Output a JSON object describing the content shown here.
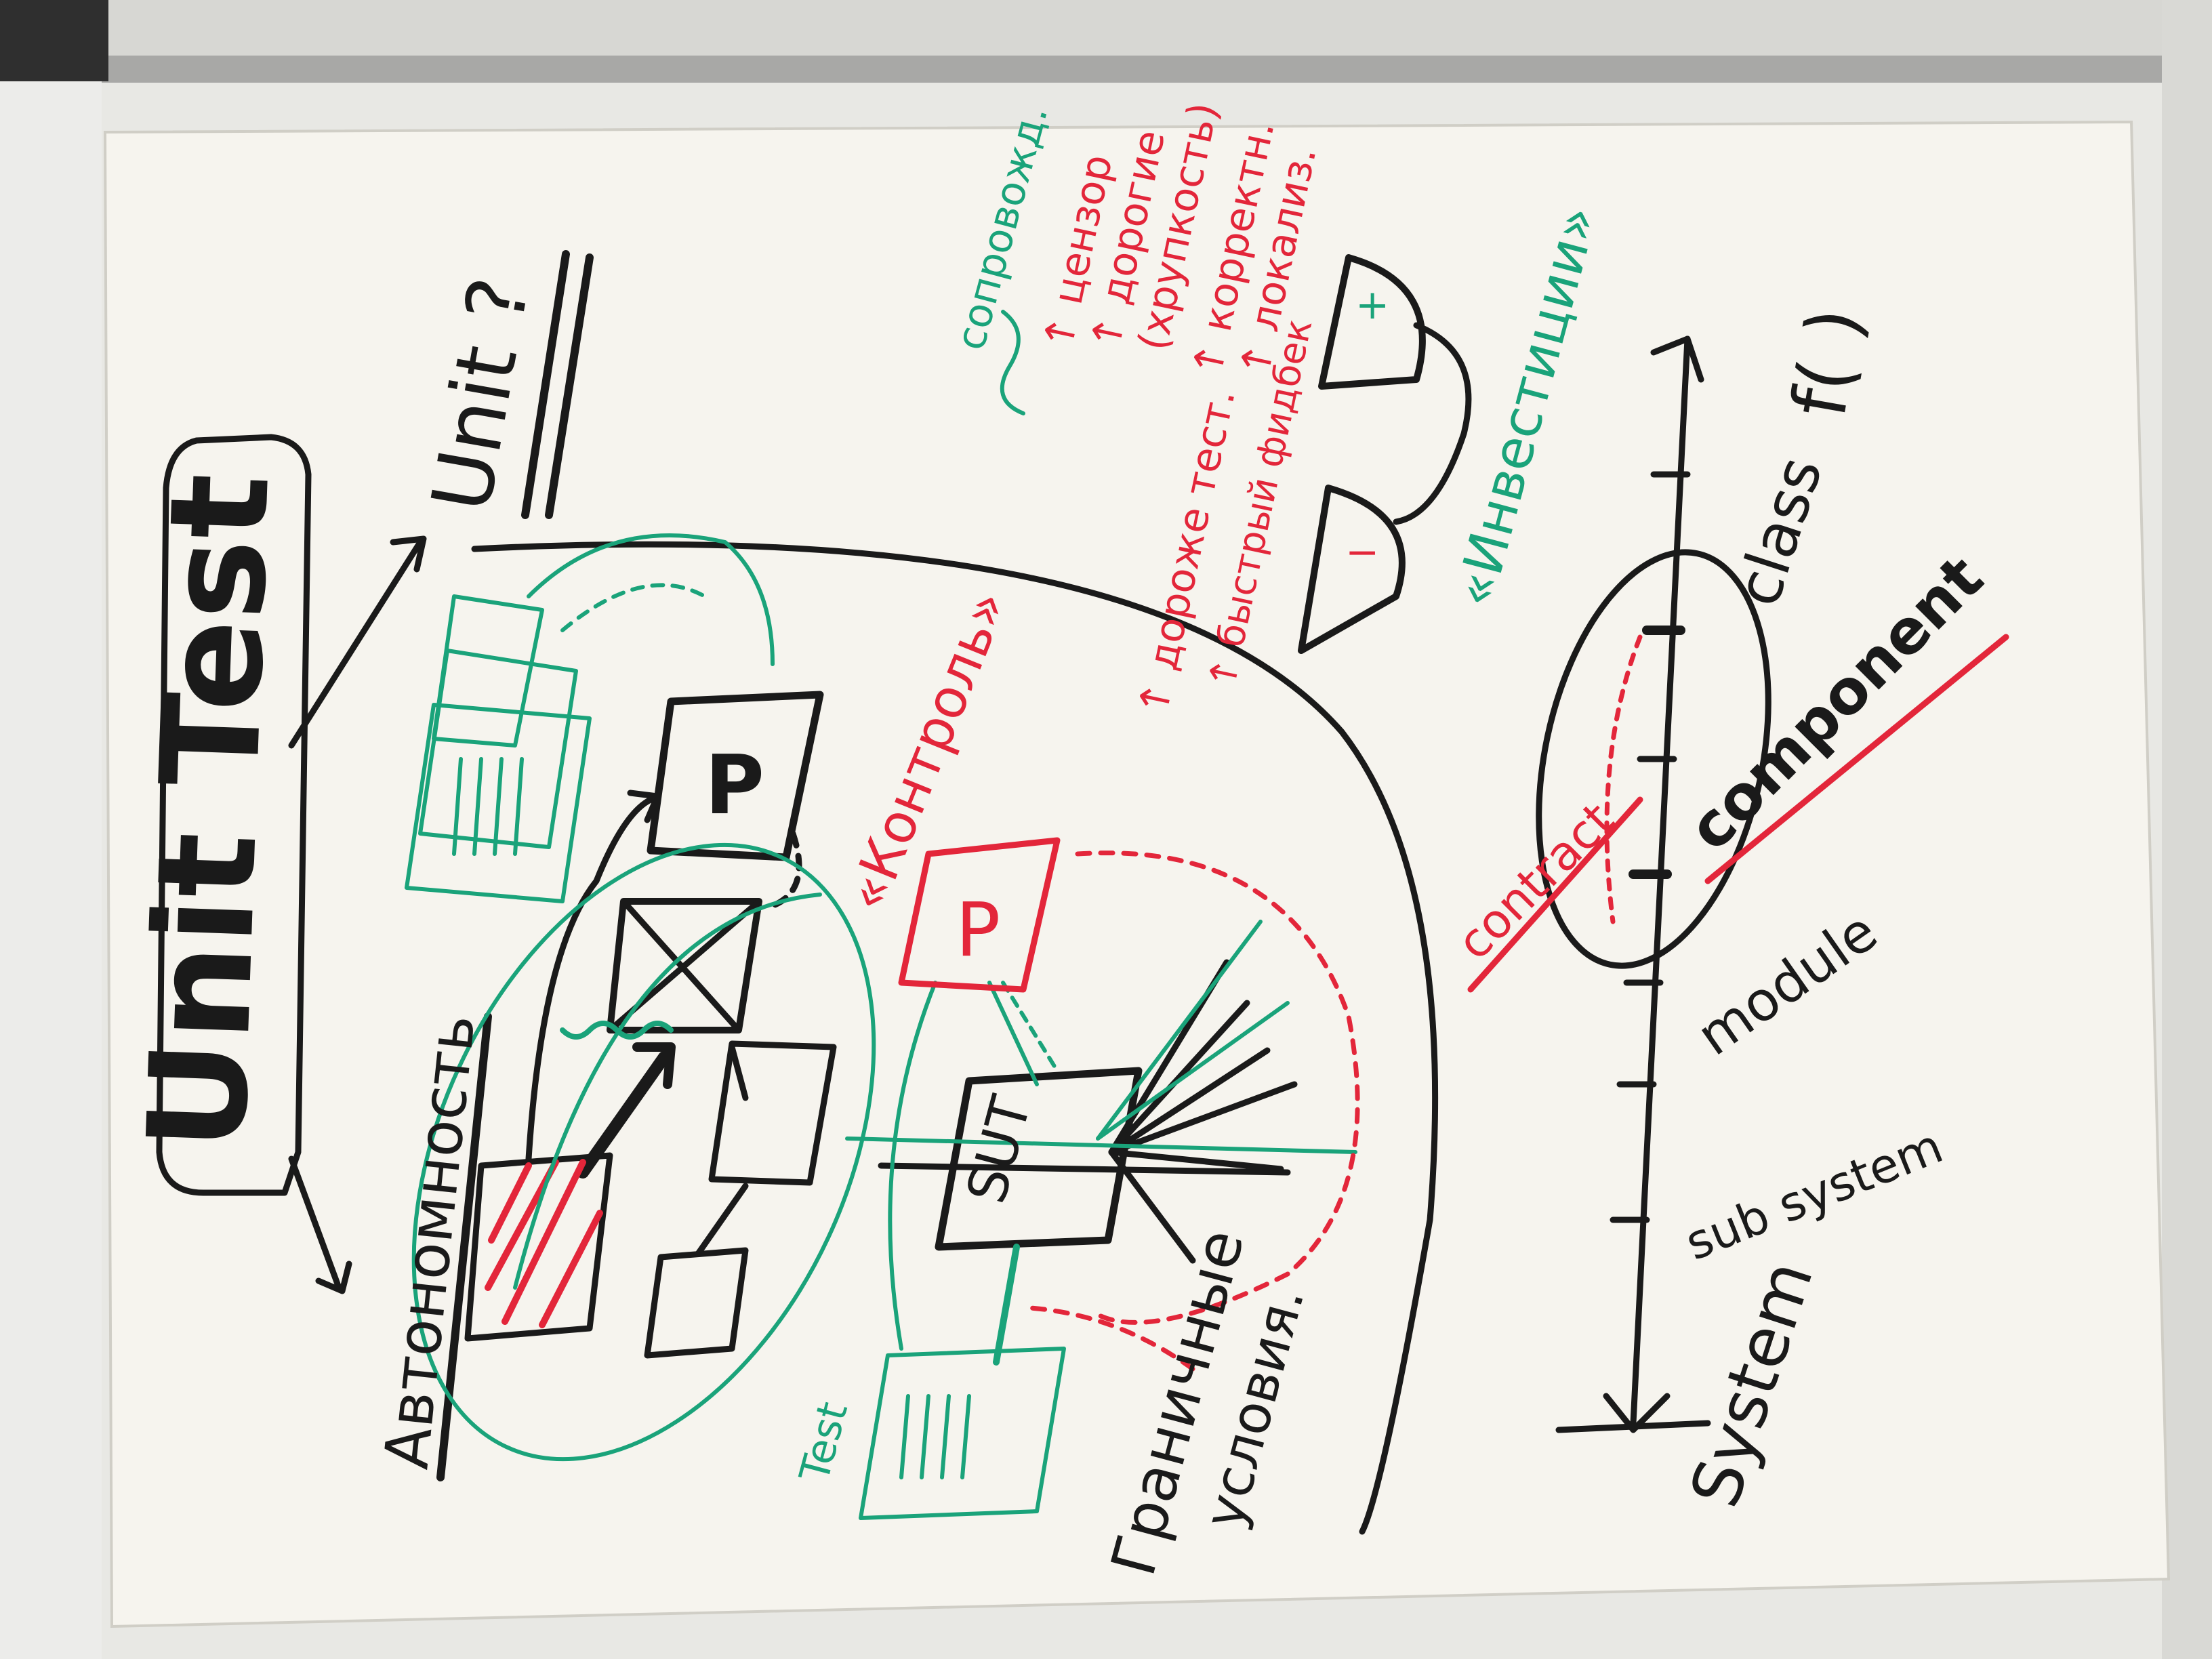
{
  "colors": {
    "ink_black": "#1a1a1a",
    "ink_green": "#1aa37a",
    "ink_red": "#e3263a",
    "paper": "#f6f4ee",
    "board": "#e8e8e4",
    "frame": "#9a9a9a"
  },
  "texts": {
    "title": "Unit Test",
    "unit_question": "Unit ?",
    "autonomy": "Автономность",
    "control": "«Контроль»",
    "sut": "SUT",
    "test": "Test",
    "boundary": "Граничные",
    "conditions": "условия.",
    "investigations": "«Инвестиции»",
    "plus": "+",
    "minus": "−",
    "func": "f( )",
    "class": "class",
    "component": "component",
    "contract": "contract",
    "module": "module",
    "subsystem": "sub system",
    "system": "System",
    "support": "сопровожд.",
    "red_note_1": "↑ цензор",
    "red_note_2": "↑ дорогие",
    "red_note_3": "(хрупкость)",
    "red_note_4": "↑ корректн.",
    "red_note_5": "↑ локализ.",
    "red_note_6": "↑ дороже тест.",
    "red_note_7": "↑ быстрый фидбек",
    "box_label": "P"
  }
}
